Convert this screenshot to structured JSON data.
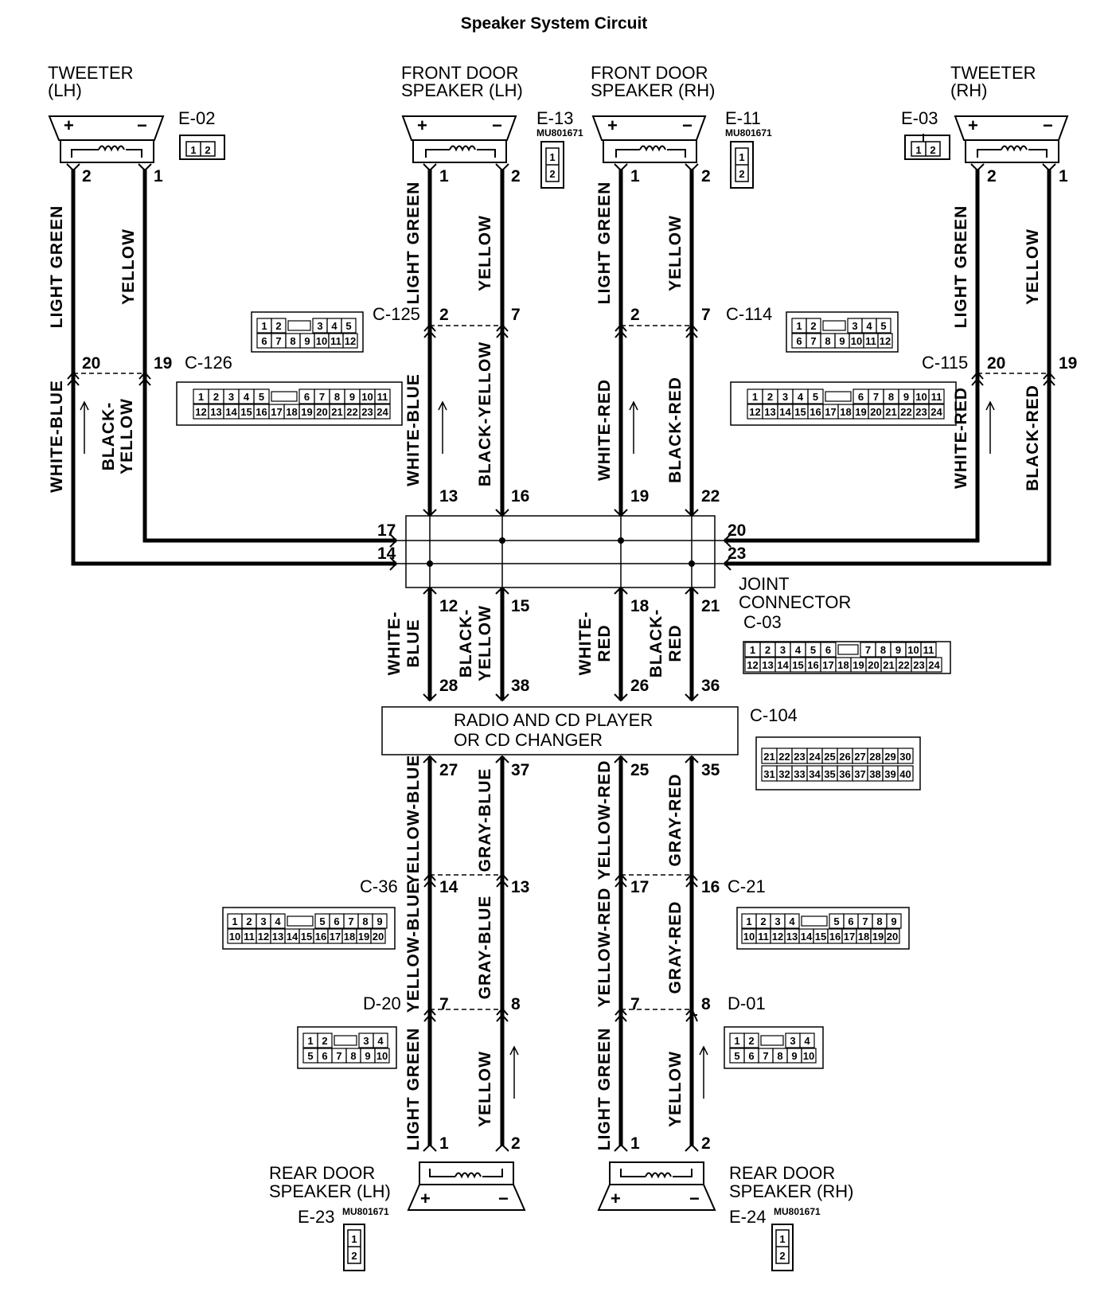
{
  "title": "Speaker System Circuit",
  "speakers": {
    "tweeter_lh": {
      "name_line1": "TWEETER",
      "name_line2": "(LH)",
      "connector": "E-02",
      "pin_a": "2",
      "pin_b": "1"
    },
    "front_lh": {
      "name_line1": "FRONT DOOR",
      "name_line2": "SPEAKER (LH)",
      "connector": "E-13",
      "part": "MU801671",
      "pin_a": "1",
      "pin_b": "2"
    },
    "front_rh": {
      "name_line1": "FRONT DOOR",
      "name_line2": "SPEAKER (RH)",
      "connector": "E-11",
      "part": "MU801671",
      "pin_a": "1",
      "pin_b": "2"
    },
    "tweeter_rh": {
      "name_line1": "TWEETER",
      "name_line2": "(RH)",
      "connector": "E-03",
      "pin_a": "2",
      "pin_b": "1"
    },
    "rear_lh": {
      "name_line1": "REAR DOOR",
      "name_line2": "SPEAKER (LH)",
      "connector": "E-23",
      "part": "MU801671",
      "pin_a": "1",
      "pin_b": "2"
    },
    "rear_rh": {
      "name_line1": "REAR DOOR",
      "name_line2": "SPEAKER (RH)",
      "connector": "E-24",
      "part": "MU801671",
      "pin_a": "1",
      "pin_b": "2"
    }
  },
  "wire_colors": {
    "light_green": "LIGHT GREEN",
    "yellow": "YELLOW",
    "white_blue": "WHITE-BLUE",
    "black_yellow": "BLACK-YELLOW",
    "black_yellow_l1": "BLACK-",
    "black_yellow_l2": "YELLOW",
    "white_red": "WHITE-RED",
    "black_red": "BLACK-RED",
    "white_blue_l1": "WHITE-",
    "white_blue_l2": "BLUE",
    "white_red_l1": "WHITE-",
    "white_red_l2": "RED",
    "black_red_l1": "BLACK-",
    "black_red_l2": "RED",
    "yellow_blue": "YELLOW-BLUE",
    "gray_blue": "GRAY-BLUE",
    "yellow_red": "YELLOW-RED",
    "gray_red": "GRAY-RED"
  },
  "connectors": {
    "c126": {
      "id": "C-126",
      "pin_a": "20",
      "pin_b": "19"
    },
    "c125": {
      "id": "C-125",
      "pin_a": "2",
      "pin_b": "7"
    },
    "c114": {
      "id": "C-114",
      "pin_a": "2",
      "pin_b": "7"
    },
    "c115": {
      "id": "C-115",
      "pin_a": "20",
      "pin_b": "19"
    },
    "c03": {
      "id": "C-03",
      "label_line1": "JOINT",
      "label_line2": "CONNECTOR"
    },
    "c104": {
      "id": "C-104"
    },
    "c36": {
      "id": "C-36",
      "pin_a": "14",
      "pin_b": "13"
    },
    "c21": {
      "id": "C-21",
      "pin_a": "17",
      "pin_b": "16"
    },
    "d20": {
      "id": "D-20",
      "pin_a": "7",
      "pin_b": "8"
    },
    "d01": {
      "id": "D-01",
      "pin_a": "7",
      "pin_b": "8"
    }
  },
  "joint_pins": {
    "top": [
      "13",
      "16",
      "19",
      "22"
    ],
    "bottom": [
      "12",
      "15",
      "18",
      "21"
    ],
    "left": [
      "17",
      "14"
    ],
    "right": [
      "20",
      "23"
    ]
  },
  "radio": {
    "label_line1": "RADIO AND CD PLAYER",
    "label_line2": "OR CD CHANGER",
    "top_pins": [
      "28",
      "38",
      "26",
      "36"
    ],
    "bottom_pins": [
      "27",
      "37",
      "25",
      "35"
    ]
  },
  "grids": {
    "g12_row1": [
      "1",
      "2",
      "3",
      "4",
      "5"
    ],
    "g12_row2": [
      "6",
      "7",
      "8",
      "9",
      "10",
      "11",
      "12"
    ],
    "g24_row1": [
      "1",
      "2",
      "3",
      "4",
      "5",
      "6",
      "7",
      "8",
      "9",
      "10",
      "11"
    ],
    "g24_row2": [
      "12",
      "13",
      "14",
      "15",
      "16",
      "17",
      "18",
      "19",
      "20",
      "21",
      "22",
      "23",
      "24"
    ],
    "g24b_row1": [
      "1",
      "2",
      "3",
      "4",
      "5",
      "6",
      "7",
      "8",
      "9",
      "10",
      "11"
    ],
    "g24b_row2": [
      "12",
      "13",
      "14",
      "15",
      "16",
      "17",
      "18",
      "19",
      "20",
      "21",
      "22",
      "23",
      "24"
    ],
    "g40_row1": [
      "21",
      "22",
      "23",
      "24",
      "25",
      "26",
      "27",
      "28",
      "29",
      "30"
    ],
    "g40_row2": [
      "31",
      "32",
      "33",
      "34",
      "35",
      "36",
      "37",
      "38",
      "39",
      "40"
    ],
    "g20_row1": [
      "1",
      "2",
      "3",
      "4",
      "5",
      "6",
      "7",
      "8",
      "9"
    ],
    "g20_row2": [
      "10",
      "11",
      "12",
      "13",
      "14",
      "15",
      "16",
      "17",
      "18",
      "19",
      "20"
    ],
    "g10_row1": [
      "1",
      "2",
      "3",
      "4"
    ],
    "g10_row2": [
      "5",
      "6",
      "7",
      "8",
      "9",
      "10"
    ],
    "g2": [
      "1",
      "2"
    ]
  },
  "symbols": {
    "plus": "+",
    "minus": "−"
  }
}
